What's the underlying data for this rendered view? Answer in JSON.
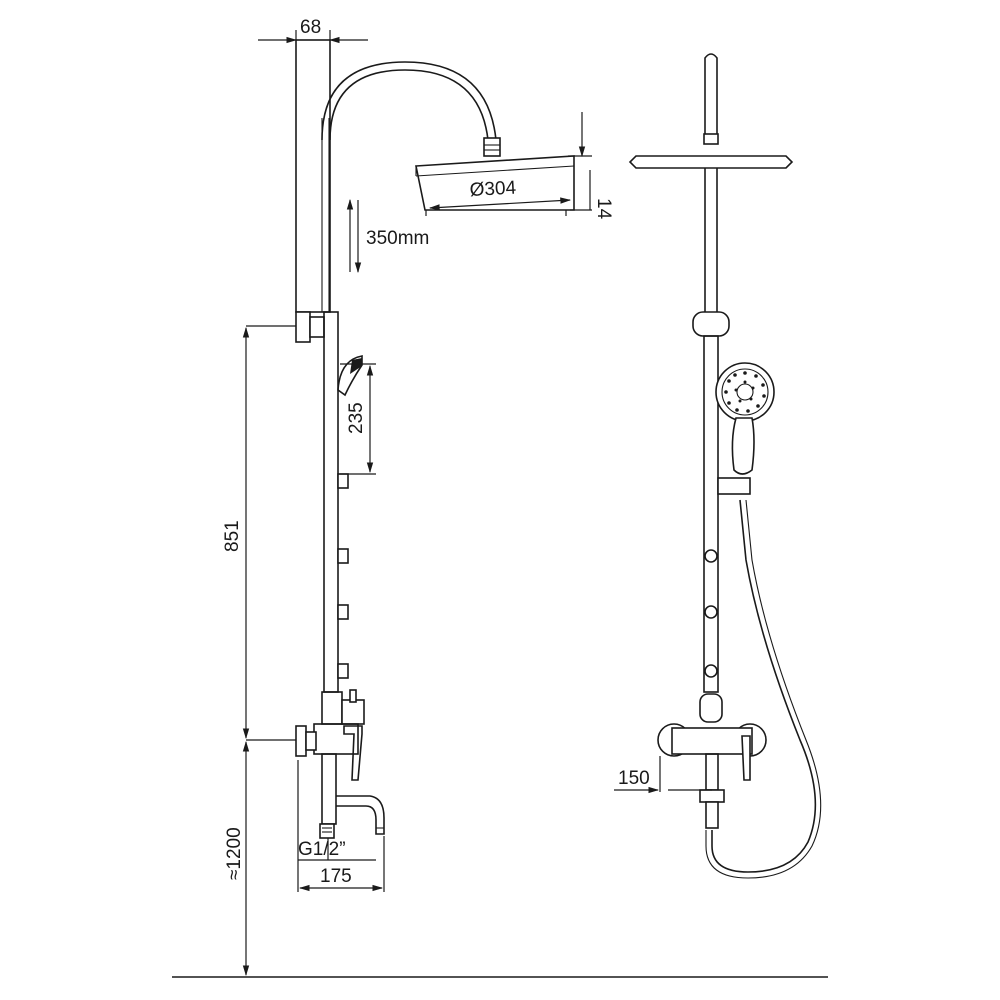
{
  "dimensions": {
    "top_width": "68",
    "head_diameter": "Ø304",
    "head_thickness": "14",
    "slide_travel": "350mm",
    "hand_shower_length": "235",
    "upper_height": "851",
    "lower_height": "≈1200",
    "inlet_thread": "G1/2”",
    "mixer_width": "175",
    "inlet_spacing": "150"
  }
}
